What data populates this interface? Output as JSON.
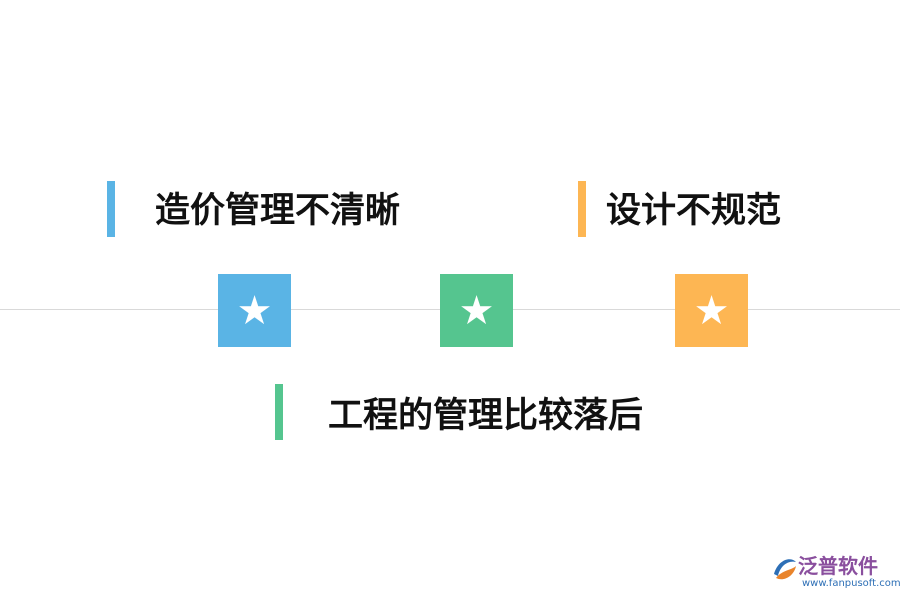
{
  "items": [
    {
      "label": "造价管理不清晰",
      "color": "#5ab4e5"
    },
    {
      "label": "设计不规范",
      "color": "#fdb653"
    },
    {
      "label": "工程的管理比较落后",
      "color": "#55c58f"
    }
  ],
  "markers": [
    {
      "glyph": "★",
      "color": "#5ab4e5",
      "icon": "star-icon"
    },
    {
      "glyph": "★",
      "color": "#55c58f",
      "icon": "star-icon"
    },
    {
      "glyph": "★",
      "color": "#fdb653",
      "icon": "star-icon"
    }
  ],
  "logo": {
    "name": "泛普软件",
    "url": "www.fanpusoft.com"
  }
}
